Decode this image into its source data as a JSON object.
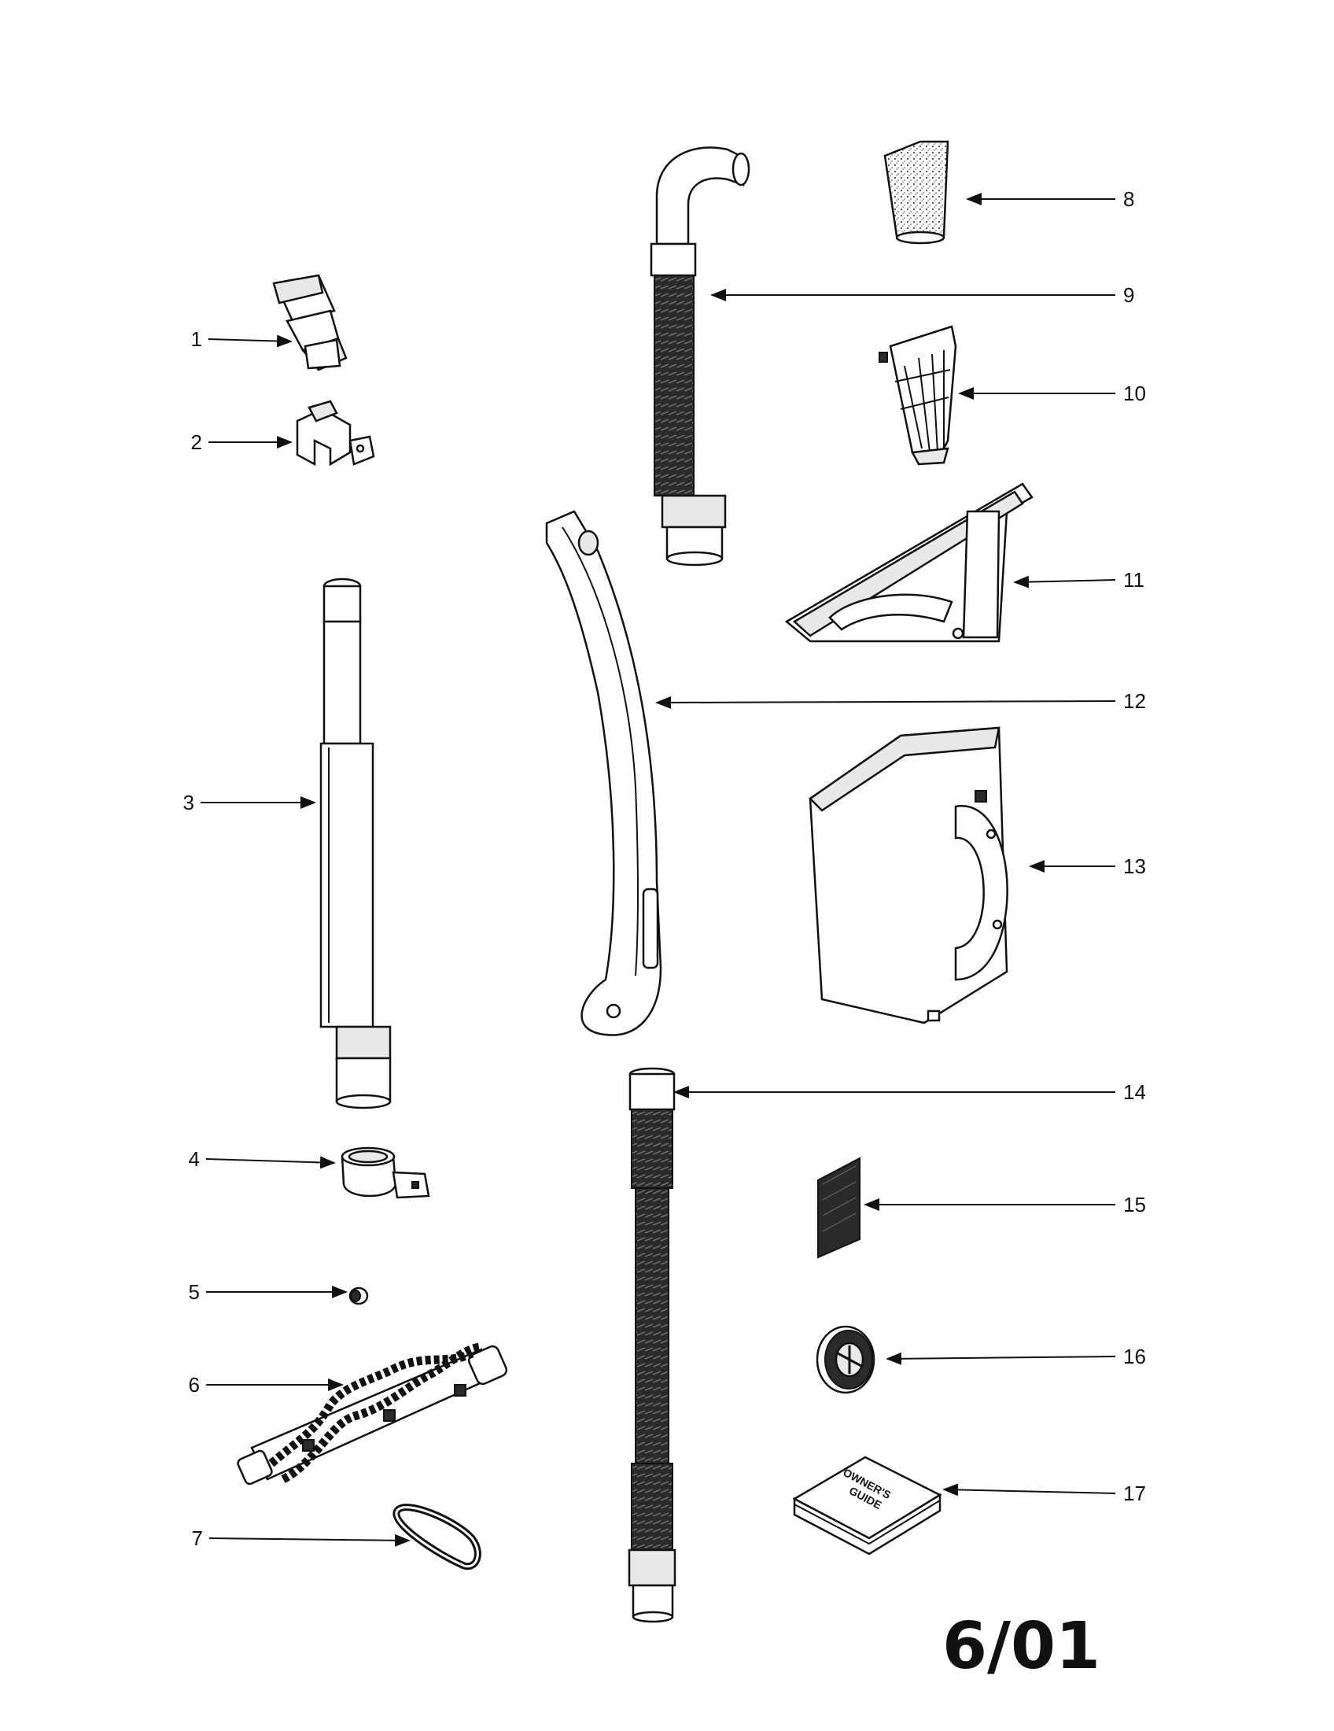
{
  "callouts": [
    {
      "num": "1"
    },
    {
      "num": "2"
    },
    {
      "num": "3"
    },
    {
      "num": "4"
    },
    {
      "num": "5"
    },
    {
      "num": "6"
    },
    {
      "num": "7"
    },
    {
      "num": "8"
    },
    {
      "num": "9"
    },
    {
      "num": "10"
    },
    {
      "num": "11"
    },
    {
      "num": "12"
    },
    {
      "num": "13"
    },
    {
      "num": "14"
    },
    {
      "num": "15"
    },
    {
      "num": "16"
    },
    {
      "num": "17"
    }
  ],
  "owners_guide": {
    "line1": "OWNER'S",
    "line2": "GUIDE"
  },
  "footer": {
    "date_code": "6/01"
  }
}
